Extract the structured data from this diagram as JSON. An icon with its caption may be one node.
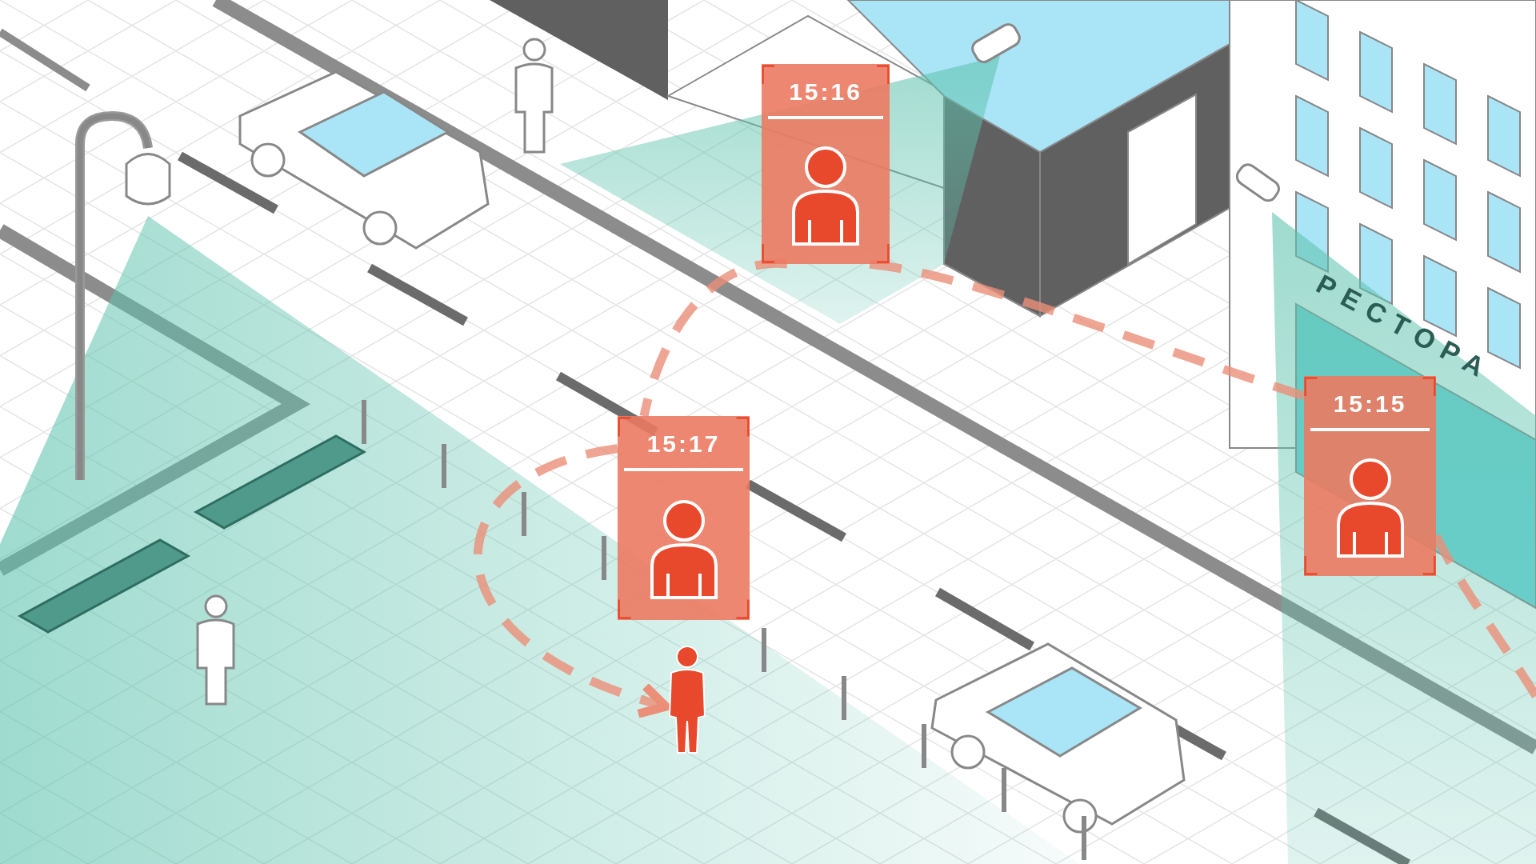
{
  "diagram": {
    "nodes": [
      {
        "text": [
          "15:15"
        ]
      },
      {
        "text": [
          "15:16"
        ]
      },
      {
        "text": [
          "15:17"
        ]
      },
      {
        "text": [],
        "shape": "person"
      }
    ],
    "edges": [
      {
        "from": null,
        "to": 0,
        "arrow": "none",
        "style": "dashed"
      },
      {
        "from": 0,
        "to": 1,
        "arrow": "none",
        "style": "dashed"
      },
      {
        "from": 1,
        "to": 2,
        "arrow": "none",
        "style": "dashed"
      },
      {
        "from": 2,
        "to": 3,
        "arrow": "to",
        "style": "dashed"
      }
    ],
    "labels": [
      "РЕСТОРА"
    ]
  }
}
